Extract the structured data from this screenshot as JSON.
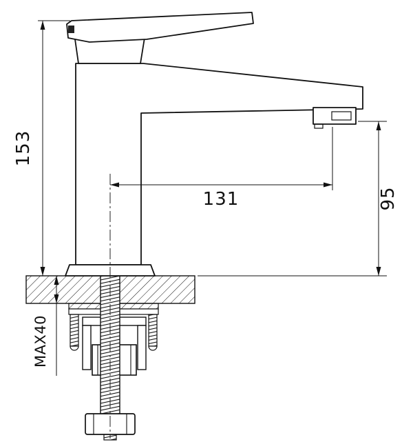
{
  "page": {
    "background_color": "#ffffff",
    "line_color": "#111111"
  },
  "drawing": {
    "subject": "single-handle basin faucet, side elevation installation drawing",
    "dimensions": {
      "total_height": "153",
      "spout_reach": "131",
      "spout_outlet_height": "95",
      "max_mounting_thickness": "MAX40"
    }
  }
}
